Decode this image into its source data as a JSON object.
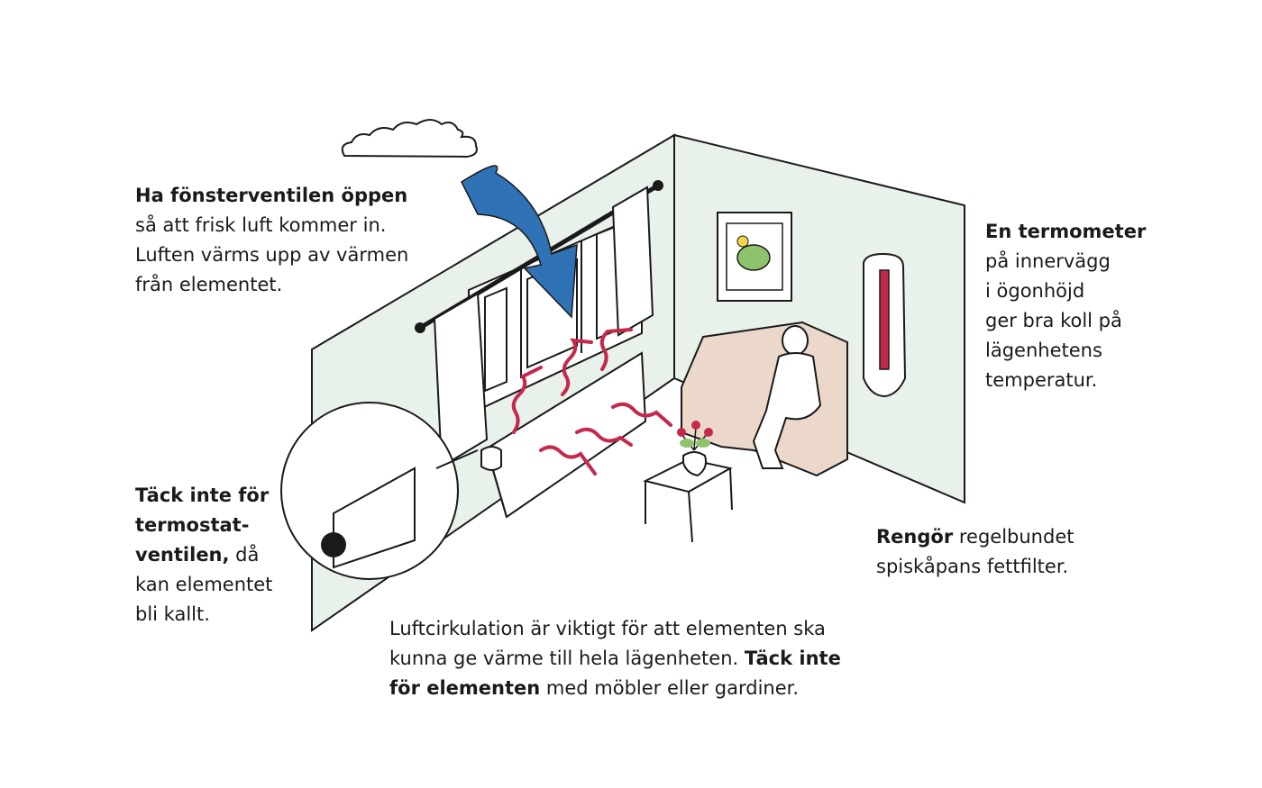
{
  "colors": {
    "wall": "#e9f1eb",
    "line": "#1a1a1a",
    "airflow_blue": "#2f72b5",
    "heat_red": "#c4284b",
    "sofa": "#ecd8cb",
    "leaf_green": "#8fc36b",
    "flower_yellow": "#f2d54a"
  },
  "icons": [
    "cloud-icon",
    "airflow-arrow-icon",
    "heat-wave-icon",
    "thermometer-icon"
  ],
  "notes": {
    "window_vent": {
      "bold": "Ha fönsterventilen öppen",
      "line2": "så att frisk luft kommer in.",
      "line3": "Luften värms upp av värmen",
      "line4": "från elementet."
    },
    "thermometer": {
      "bold": "En termometer",
      "line2": "på innervägg",
      "line3": "i ögonhöjd",
      "line4": "ger bra koll på",
      "line5": "lägenhetens",
      "line6": "temperatur."
    },
    "thermostat_valve": {
      "bold1": "Täck inte för",
      "bold2": "termostat-",
      "bold3": "ventilen,",
      "rest3": " då",
      "line4": "kan elementet",
      "line5": "bli kallt."
    },
    "clean": {
      "bold": "Rengör",
      "rest1": " regelbundet",
      "line2": "spiskåpans fettfilter."
    },
    "circulation": {
      "line1": "Luftcirkulation är viktigt för att elementen ska",
      "line2_plain": "kunna ge värme till hela lägenheten. ",
      "line2_bold": "Täck inte",
      "line3_bold": "för elementen",
      "line3_rest": " med möbler eller gardiner."
    }
  }
}
